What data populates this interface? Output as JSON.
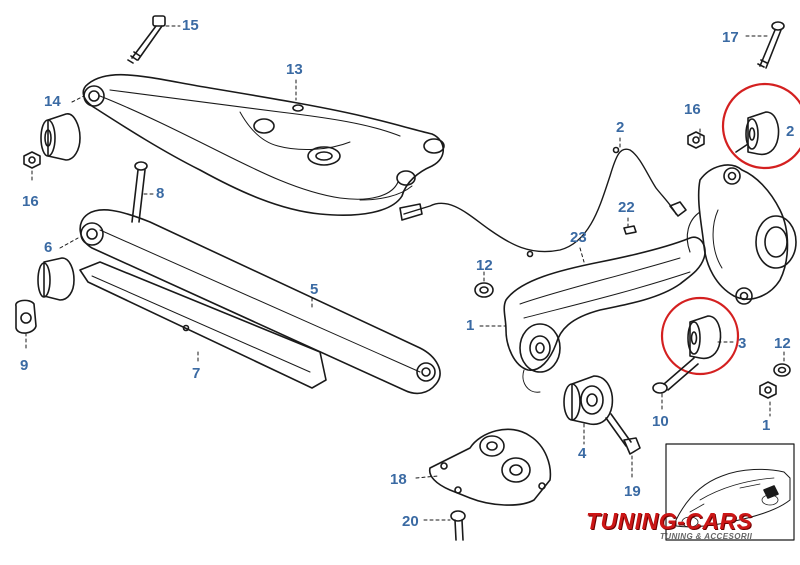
{
  "diagram": {
    "colors": {
      "line": "#1a1a1a",
      "callout_text": "#3a6aa3",
      "highlight_circle": "#d42020",
      "logo_main": "#cc1616",
      "logo_sub": "#666666"
    },
    "callouts": [
      {
        "id": "c15",
        "text": "15"
      },
      {
        "id": "c13",
        "text": "13"
      },
      {
        "id": "c17",
        "text": "17"
      },
      {
        "id": "c14",
        "text": "14"
      },
      {
        "id": "c16a",
        "text": "16"
      },
      {
        "id": "c16b",
        "text": "16"
      },
      {
        "id": "c2a",
        "text": "2"
      },
      {
        "id": "c2b",
        "text": "2"
      },
      {
        "id": "c8",
        "text": "8"
      },
      {
        "id": "c22",
        "text": "22"
      },
      {
        "id": "c6",
        "text": "6"
      },
      {
        "id": "c23",
        "text": "23"
      },
      {
        "id": "c12a",
        "text": "12"
      },
      {
        "id": "c5",
        "text": "5"
      },
      {
        "id": "c1a",
        "text": "1"
      },
      {
        "id": "c3",
        "text": "3"
      },
      {
        "id": "c12b",
        "text": "12"
      },
      {
        "id": "c9",
        "text": "9"
      },
      {
        "id": "c7",
        "text": "7"
      },
      {
        "id": "c10",
        "text": "10"
      },
      {
        "id": "c1b",
        "text": "1"
      },
      {
        "id": "c4",
        "text": "4"
      },
      {
        "id": "c18",
        "text": "18"
      },
      {
        "id": "c19",
        "text": "19"
      },
      {
        "id": "c20",
        "text": "20"
      }
    ],
    "logo": {
      "main": "TUNING-CARS",
      "sub": "TUNING & ACCESORII"
    }
  }
}
